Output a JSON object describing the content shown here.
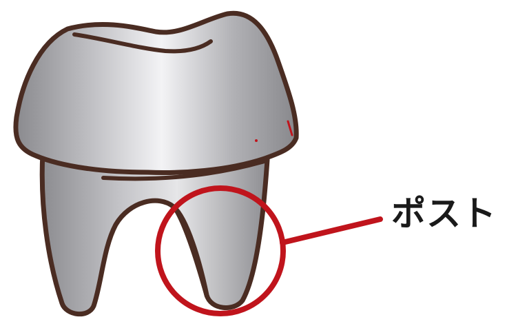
{
  "label": {
    "text": "ポスト"
  },
  "colors": {
    "outline": "#4a2c22",
    "metal_dark": "#8e8e92",
    "metal_light": "#f2f2f4",
    "callout": "#c0141c",
    "text": "#1a1a1a"
  },
  "icons": {
    "tooth": "tooth-crown-with-roots",
    "callout": "circle-highlight"
  }
}
